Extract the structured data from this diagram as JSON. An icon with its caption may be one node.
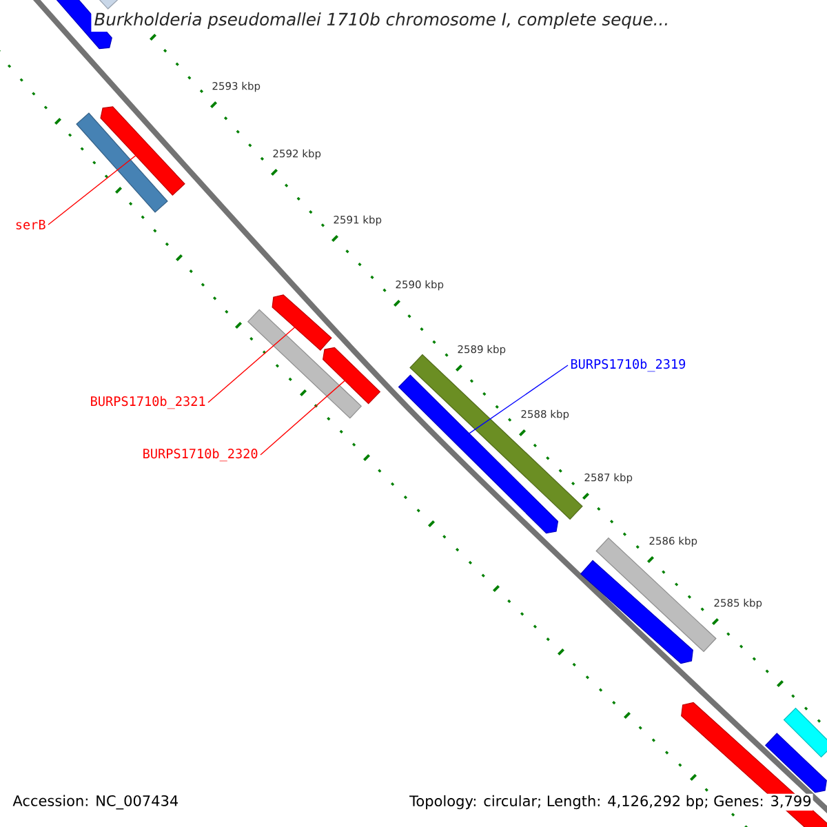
{
  "diagram": {
    "title": "Burkholderia pseudomallei 1710b chromosome I, complete seque...",
    "nodes": [
      {
        "text": [
          "serB"
        ]
      },
      {
        "text": [
          "BURPS1710b_2321"
        ]
      },
      {
        "text": [
          "BURPS1710b_2320"
        ]
      },
      {
        "text": [
          "BURPS1710b_2319"
        ]
      },
      {
        "text": [],
        "shape": "bar"
      },
      {
        "text": [],
        "shape": "bar"
      },
      {
        "text": [],
        "shape": "bar"
      },
      {
        "text": [],
        "shape": "bar"
      },
      {
        "text": [],
        "shape": "bar"
      },
      {
        "text": [],
        "shape": "bar"
      },
      {
        "text": [],
        "shape": "bar"
      },
      {
        "text": [],
        "shape": "bar"
      },
      {
        "text": [],
        "shape": "bar"
      },
      {
        "text": [],
        "shape": "bar"
      },
      {
        "text": [],
        "shape": "bar"
      },
      {
        "text": [],
        "shape": "bar"
      },
      {
        "text": [],
        "shape": "bar"
      },
      {
        "text": [],
        "shape": "bar"
      }
    ],
    "edges": [
      {
        "from": 0,
        "to": 4,
        "arrow": "none"
      },
      {
        "from": 1,
        "to": 5,
        "arrow": "none"
      },
      {
        "from": 2,
        "to": 6,
        "arrow": "none"
      },
      {
        "from": 3,
        "to": 7,
        "arrow": "none",
        "color": "#0000ff"
      }
    ],
    "labels": [
      "2593 kbp",
      "2592 kbp",
      "2591 kbp",
      "2590 kbp",
      "2589 kbp",
      "2588 kbp",
      "2587 kbp",
      "2586 kbp",
      "2585 kbp",
      "Accession: NC_007434",
      "Topology: circular; Length: 4,126,292 bp; Genes: 3,799"
    ]
  }
}
